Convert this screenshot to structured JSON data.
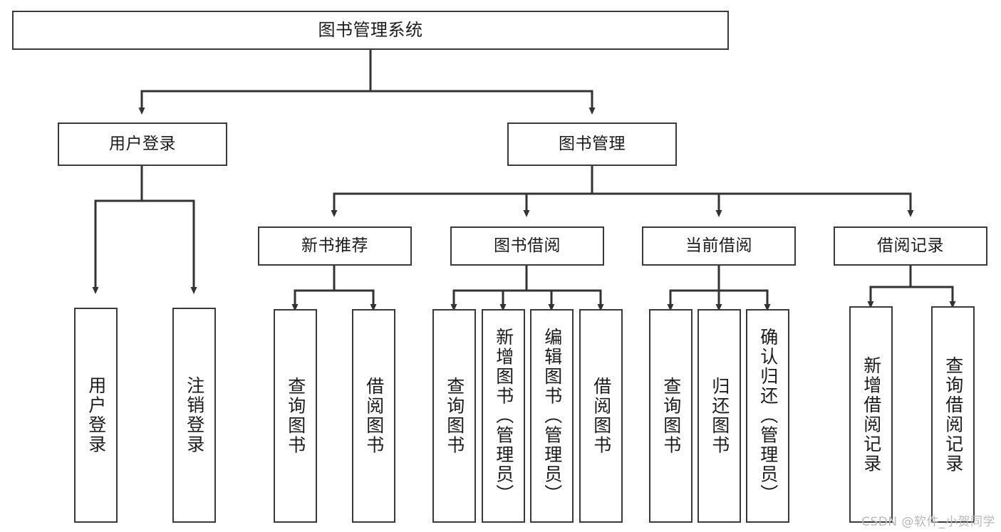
{
  "diagram": {
    "title": "图书管理系统",
    "type": "tree-hierarchy",
    "watermark": "CSDN @软件_小贺同学",
    "colors": {
      "background": "#ffffff",
      "box_border": "#3a3a3a",
      "box_fill": "#ffffff",
      "edge": "#333333",
      "text": "#1b1b1b",
      "watermark": "#b9b9b9"
    },
    "root": {
      "label": "图书管理系统"
    },
    "level1": [
      {
        "label": "用户登录"
      },
      {
        "label": "图书管理"
      }
    ],
    "level2": [
      {
        "label": "新书推荐"
      },
      {
        "label": "图书借阅"
      },
      {
        "label": "当前借阅"
      },
      {
        "label": "借阅记录"
      }
    ],
    "leaves": {
      "user_login": [
        {
          "label": "用户登录"
        },
        {
          "label": "注销登录"
        }
      ],
      "new_book_recommend": [
        {
          "label": "查询图书"
        },
        {
          "label": "借阅图书"
        }
      ],
      "book_borrow": [
        {
          "label": "查询图书"
        },
        {
          "label": "新增图书（管理员）"
        },
        {
          "label": "编辑图书（管理员）"
        },
        {
          "label": "借阅图书"
        }
      ],
      "current_borrow": [
        {
          "label": "查询图书"
        },
        {
          "label": "归还图书"
        },
        {
          "label": "确认归还（管理员）"
        }
      ],
      "borrow_record": [
        {
          "label": "新增借阅记录"
        },
        {
          "label": "查询借阅记录"
        }
      ]
    }
  }
}
